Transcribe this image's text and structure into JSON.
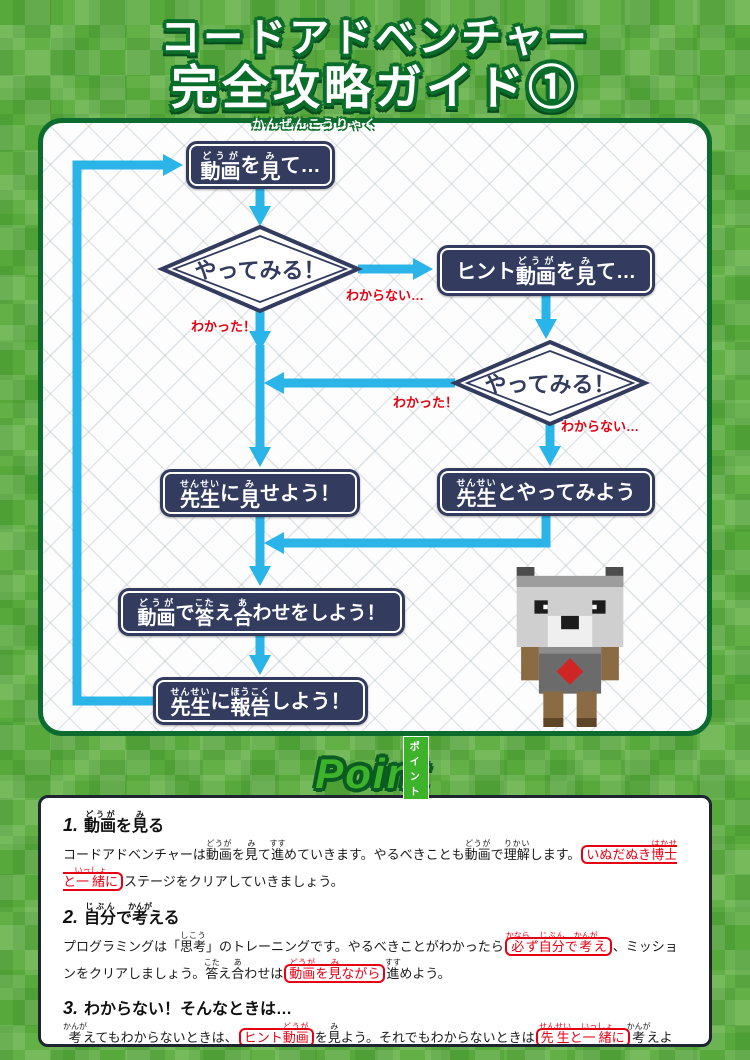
{
  "title": {
    "line1": "コードアドベンチャー",
    "line2": "完全攻略ガイド①",
    "line2_furigana": "かんぜんこうりゃく"
  },
  "flowchart": {
    "nodes": {
      "watch_video": "{動画|どうが}を{見|み}て…",
      "try1": "やってみる！",
      "hint_video": "ヒント{動画|どうが}を{見|み}て…",
      "try2": "やってみる！",
      "show_teacher": "{先生|せんせい}に{見|み}せよう！",
      "with_teacher": "{先生|せんせい}とやってみよう",
      "check_answers": "{動画|どうが}で{答|こた}え{合|あ}わせをしよう！",
      "report_teacher": "{先生|せんせい}に{報告|ほうこく}しよう！"
    },
    "labels": {
      "understood1": "わかった！",
      "not_understood1": "わからない…",
      "understood2": "わかった！",
      "not_understood2": "わからない…"
    }
  },
  "point": {
    "logo": "Point",
    "logo_sub": "ポイント",
    "items": [
      {
        "num": "1.",
        "heading": "{動画|どうが}を{見|み}る",
        "body": "コードアドベンチャーは{動画|どうが}を{見|み}て{進|すす}めていきます。やるべきことも{動画|どうが}で{理解|りかい}します。[[いぬだぬき{博士|はかせ}と{一緒|いっしょ}に]]ステージをクリアしていきましょう。"
      },
      {
        "num": "2.",
        "heading": "{自分|じぶん}で{考|かんが}える",
        "body": "プログラミングは「{思考|しこう}」のトレーニングです。やるべきことがわかったら[[{必|かなら}ず{自分|じぶん}で{考|かんが}え]]、ミッションをクリアしましょう。{答|こた}え{合|あ}わせは[[{動画|どうが}を{見|み}ながら]]{進|すす}めよう。"
      },
      {
        "num": "3.",
        "heading": "わからない！そんなときは…",
        "body": "{考|かんが}えてもわからないときは、[[ヒント{動画|どうが}]]を{見|み}よう。それでもわからないときは[[{先生|せんせい}と{一緒|いっしょ}に]]{考|かんが}えよう。{動画|どうが}で{答|こた}え{合|あ}わせをしたら、{先生|せんせい}に{報告|ほうこく}しよう！"
      }
    ]
  },
  "colors": {
    "background_green": "#57a93b",
    "panel_border_green": "#0d6b2f",
    "node_navy": "#333c5f",
    "arrow_cyan": "#2ab4e8",
    "accent_red": "#e50012",
    "point_green": "#3db32c"
  }
}
